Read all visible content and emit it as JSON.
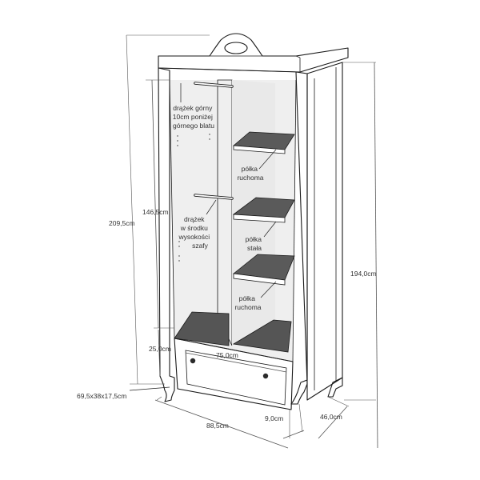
{
  "labels": {
    "rod_top": [
      "drążek górny",
      "10cm poniżej",
      "górnego blatu"
    ],
    "shelf_movable_1": [
      "półka",
      "ruchoma"
    ],
    "shelf_movable_2": [
      "półka",
      "ruchoma"
    ],
    "shelf_fixed": [
      "półka",
      "stała"
    ],
    "rod_middle": [
      "drążek",
      "w środku",
      "wysokości",
      "szafy"
    ]
  },
  "dimensions": {
    "total_height": "209,5cm",
    "interior_height": "146,5cm",
    "body_height": "194,0cm",
    "drawer_height": "25,0cm",
    "interior_width": "75,0cm",
    "drawer_box": "69,5x38x17,5cm",
    "total_width": "88,5cm",
    "depth": "46,0cm",
    "plinth": "9,0cm"
  },
  "colors": {
    "line": "#1a1a1a",
    "interior": "#efefef",
    "floor_shadow": "#555555",
    "shelf_top": "#5a5a5a",
    "shelf_underside": "#8a8a8a"
  }
}
